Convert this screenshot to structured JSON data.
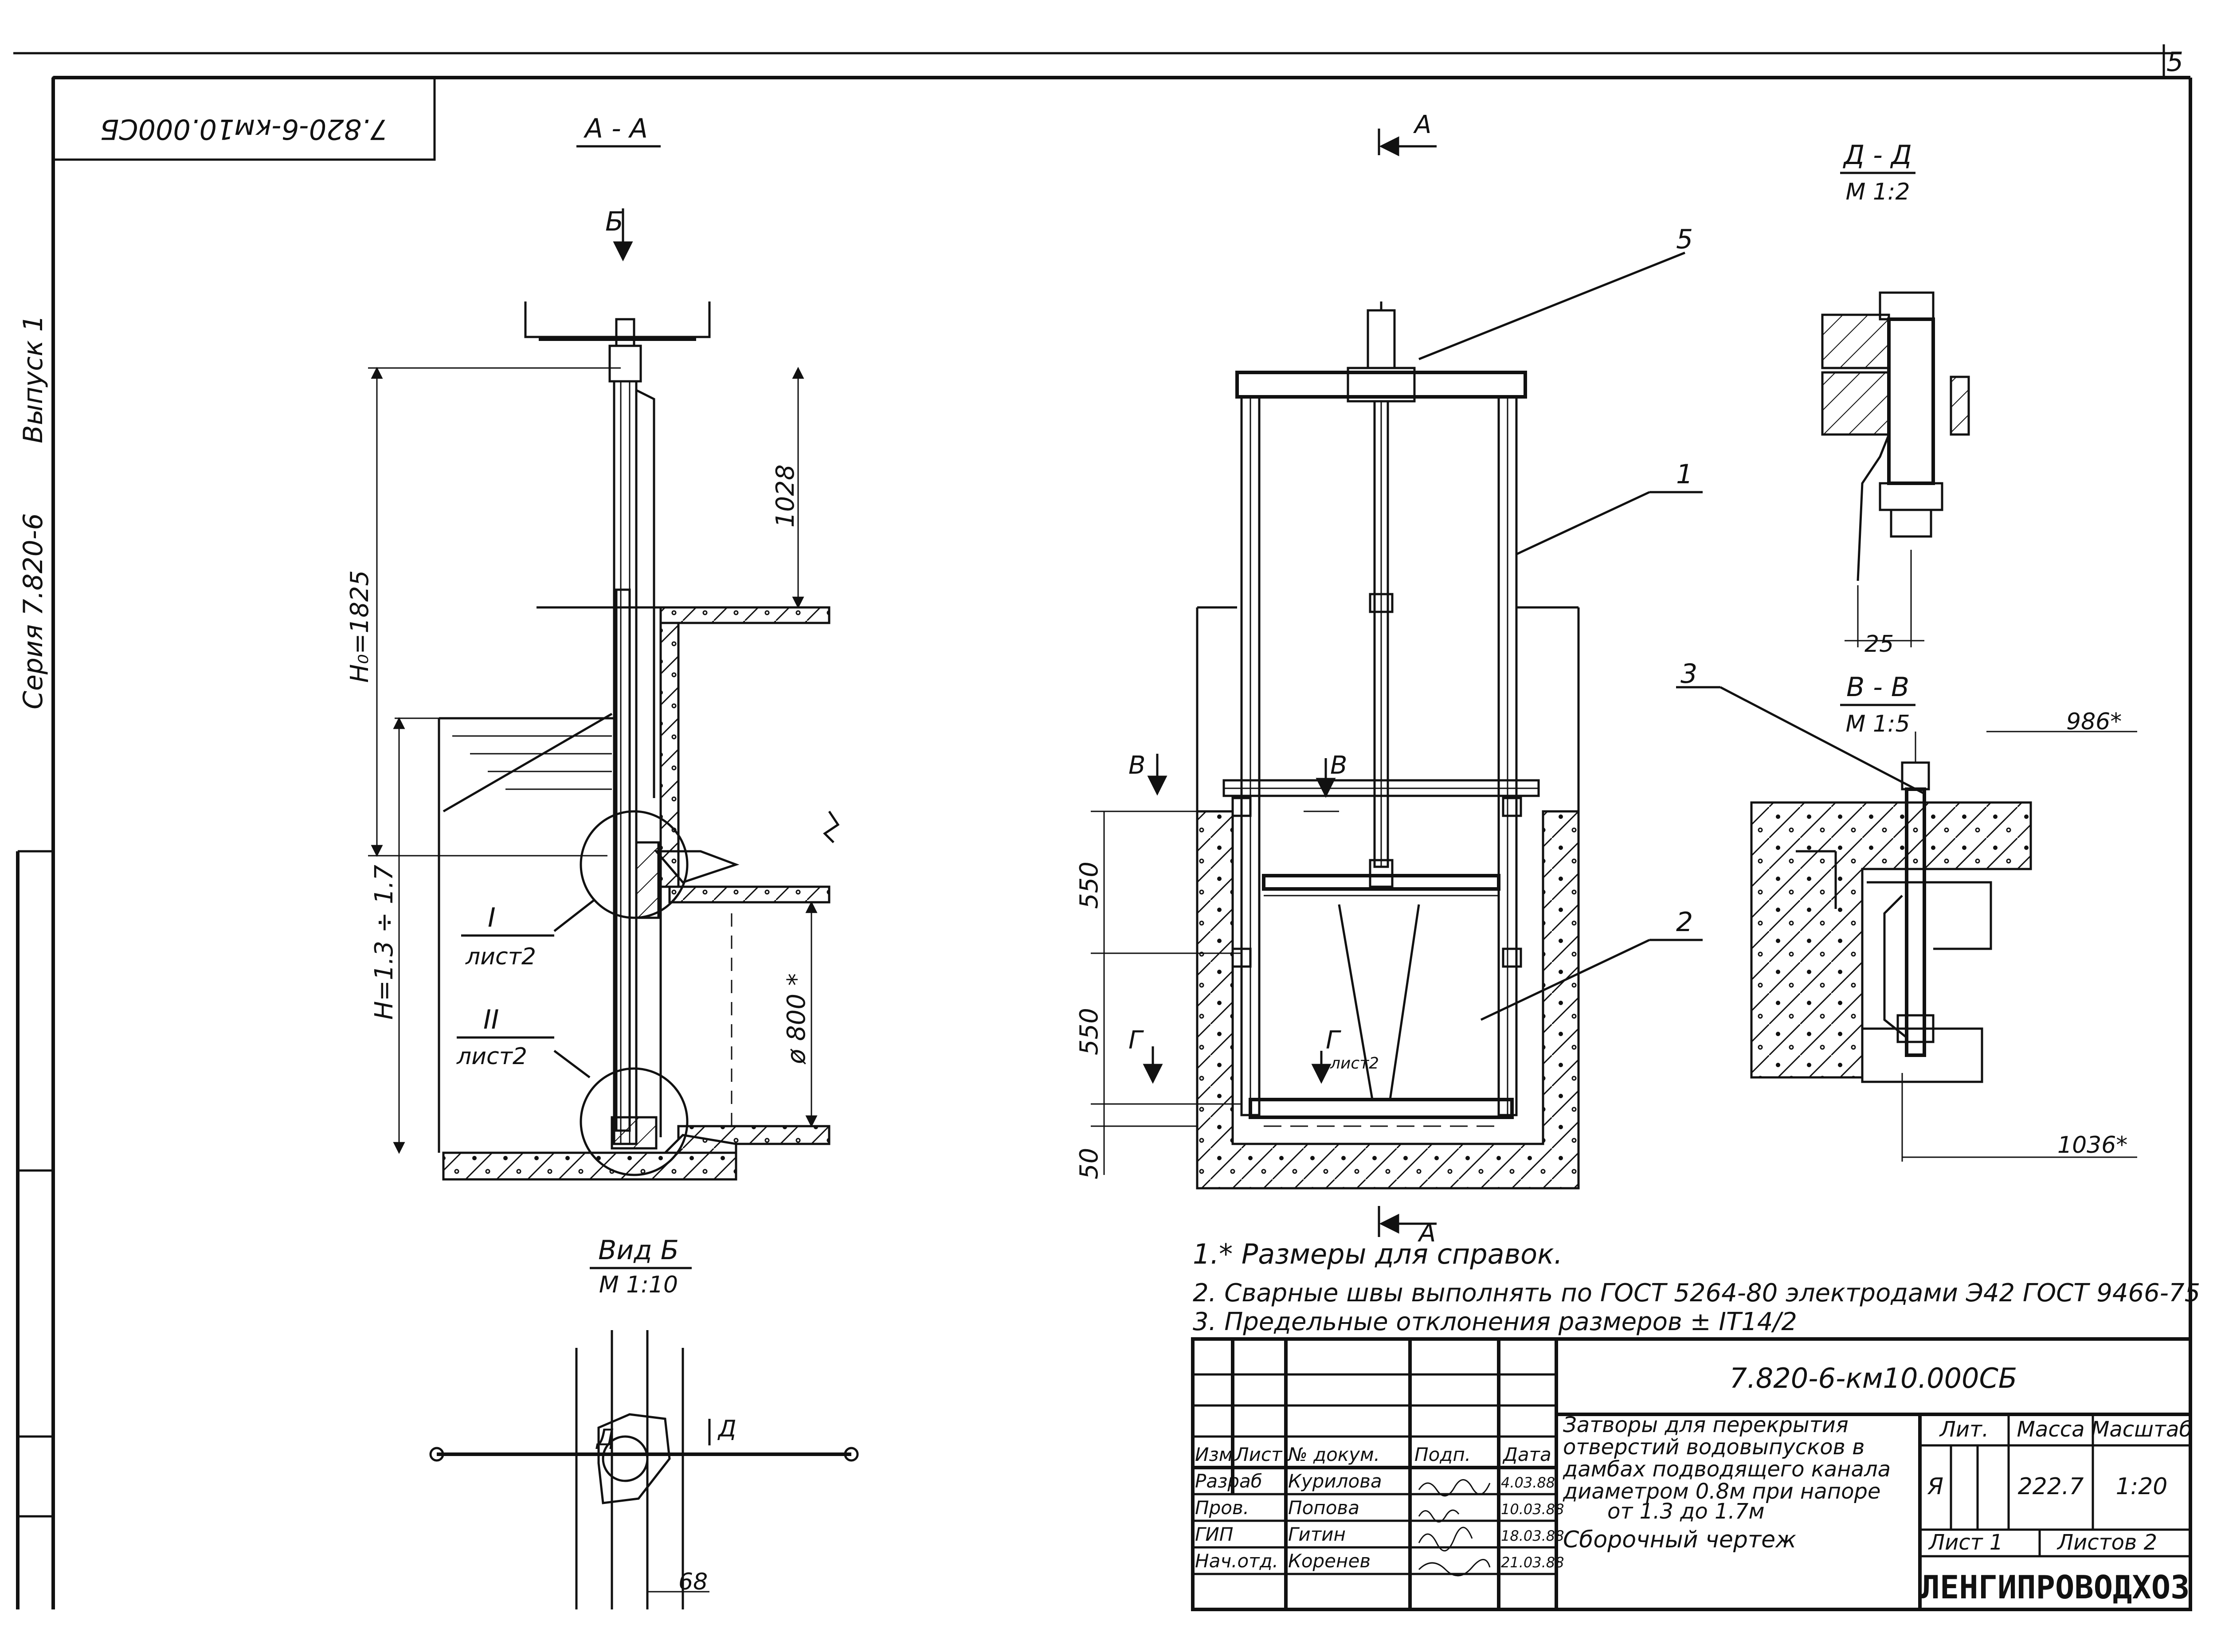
{
  "sheet": {
    "sheet_number": "5",
    "stamp_code_mirrored": "7.820-6-км10.000СБ",
    "side_series": "Серия  7.820-6",
    "side_issue": "Выпуск 1"
  },
  "views": {
    "section_aa": {
      "title": "А - А",
      "arrow_b": "Б",
      "dim_h0": "H₀=1825",
      "dim_1028": "1028",
      "dim_h": "H=1.3 ÷ 1.7",
      "dim_d800": "ø 800 *",
      "callout_1": "I",
      "callout_1_sheet": "лист2",
      "callout_2": "II",
      "callout_2_sheet": "лист2"
    },
    "front": {
      "cut_top": "А",
      "cut_bottom": "А",
      "pos_1": "1",
      "pos_2": "2",
      "pos_5": "5",
      "cut_v_left": "В",
      "cut_v_mid": "В",
      "cut_g_left": "Г",
      "cut_g_mid": "Г",
      "cut_g_sheet": "лист2",
      "dim_550a": "550",
      "dim_550b": "550",
      "dim_50": "50"
    },
    "section_dd": {
      "title": "Д - Д",
      "scale": "М 1:2",
      "dim_25": "25"
    },
    "section_vv": {
      "title": "В - В",
      "scale": "М 1:5",
      "pos_3": "3",
      "dim_986": "986*",
      "dim_1036": "1036*"
    },
    "view_b": {
      "title": "Вид Б",
      "scale": "М 1:10",
      "cut_d1": "Д",
      "cut_d2": "Д",
      "dim_68": "68"
    }
  },
  "notes": [
    "1.* Размеры для справок.",
    "2. Сварные  швы выполнять по ГОСТ 5264-80  электродами Э42  ГОСТ 9466-75",
    "3. Предельные отклонения размеров ± IT14/2"
  ],
  "title_block": {
    "code": "7.820-6-км10.000СБ",
    "headers": [
      "Изм",
      "Лист",
      "№ докум.",
      "Подп.",
      "Дата"
    ],
    "rows": [
      {
        "role": "Разраб",
        "name": "Курилова",
        "date": "4.03.88"
      },
      {
        "role": "Пров.",
        "name": "Попова",
        "date": "10.03.88"
      },
      {
        "role": "ГИП",
        "name": "Гитин",
        "date": "18.03.88"
      },
      {
        "role": "Нач.отд.",
        "name": "Коренев",
        "date": "21.03.88"
      }
    ],
    "title_lines": [
      "Затворы для перекрытия",
      "отверстий водовыпусков в",
      "дамбах подводящего канала",
      "диаметром 0.8м при напоре",
      "от 1.3  до 1.7м"
    ],
    "doc_type": "Сборочный   чертеж",
    "lit_label": "Лит.",
    "mass_label": "Масса",
    "scale_label": "Масштаб",
    "lit_value": "Я",
    "mass_value": "222.7",
    "scale_value": "1:20",
    "sheet_label": "Лист 1",
    "sheets_label": "Листов 2",
    "org": "ЛЕНГИПРОВОДХОЗ"
  }
}
